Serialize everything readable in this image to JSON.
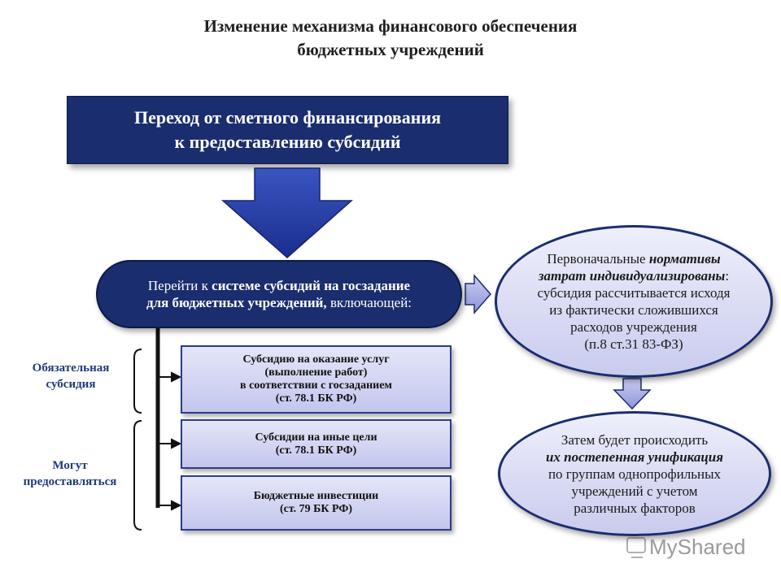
{
  "title": {
    "line1": "Изменение механизма финансового обеспечения",
    "line2": "бюджетных учреждений"
  },
  "top_box": {
    "line1": "Переход от сметного финансирования",
    "line2": "к предоставлению субсидий"
  },
  "system_pill": {
    "l1_a": "Перейти к ",
    "l1_b": "системе  субсидий на госзадание",
    "l2_a": "для бюджетных учреждений,",
    "l2_b": " включающей:"
  },
  "subsidies": [
    {
      "lines": [
        "Субсидию на оказание услуг",
        "(выполнение работ)",
        "в соответствии с госзаданием",
        "(ст. 78.1 БК РФ)"
      ]
    },
    {
      "lines": [
        "Субсидии на иные цели",
        "(ст. 78.1 БК РФ)"
      ]
    },
    {
      "lines": [
        "Бюджетные инвестиции",
        "(ст. 79 БК РФ)"
      ]
    }
  ],
  "side_labels": {
    "mandatory": [
      "Обязательная",
      "субсидия"
    ],
    "optional": [
      "Могут",
      "предоставляться"
    ]
  },
  "oval_top": {
    "l1_a": "Первоначальные ",
    "l1_b": "нормативы",
    "l2_a": "затрат индивидуализированы",
    "l2_b": ":",
    "l3": "субсидия рассчитывается исходя",
    "l4": "из фактически сложившихся",
    "l5": "расходов учреждения",
    "l6": "(п.8 ст.31 83-ФЗ)"
  },
  "oval_bottom": {
    "l1": "Затем будет происходить",
    "l2": "их постепенная унификация",
    "l3": "по группам однопрофильных",
    "l4": "учреждений с учетом",
    "l5": "различных факторов"
  },
  "watermark": "MyShared",
  "colors": {
    "navy": "#1a2d6e",
    "lavender": "#c3c6ed",
    "label_blue": "#1f3a7a"
  }
}
